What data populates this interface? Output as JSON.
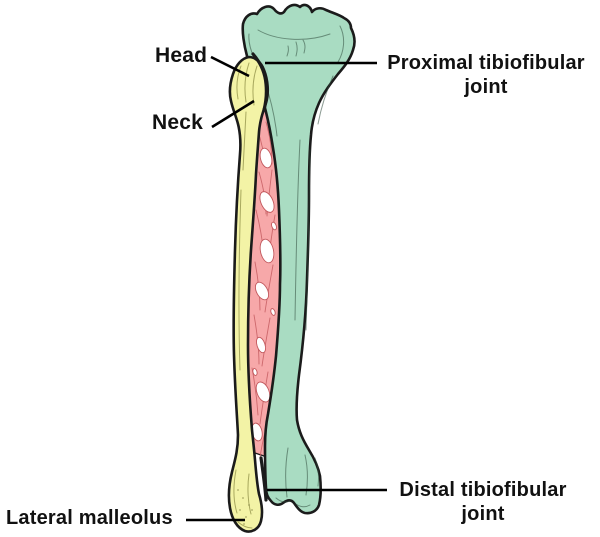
{
  "figure": {
    "type": "anatomical-diagram",
    "background": "#ffffff",
    "text_color": "#111111",
    "labels": {
      "head": "Head",
      "neck": "Neck",
      "proximal_line1": "Proximal tibiofibular",
      "proximal_line2": "joint",
      "distal_line1": "Distal tibiofibular",
      "distal_line2": "joint",
      "lateral_malleolus": "Lateral malleolus"
    },
    "structures": {
      "tibia": "tibia",
      "fibula": "fibula",
      "membrane": "interosseous-membrane"
    },
    "colors": {
      "tibia_fill": "#a9dcc2",
      "fibula_fill": "#f3f3a6",
      "membrane_fill": "#f7a8a9",
      "membrane_fiber": "#c2575c",
      "outline": "#1b1b1b",
      "leader_line": "#000000"
    }
  }
}
